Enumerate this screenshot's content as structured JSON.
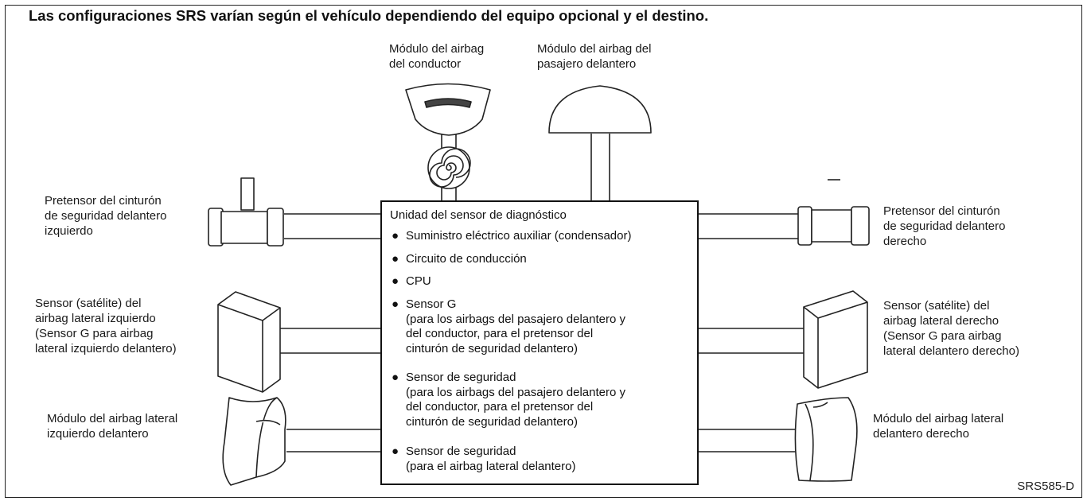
{
  "header": {
    "title": "Las configuraciones SRS varían según el vehículo dependiendo del equipo opcional y el destino."
  },
  "components": {
    "driver_airbag": "Módulo del airbag\ndel conductor",
    "passenger_airbag": "Módulo del airbag del\npasajero delantero",
    "left_pretensioner": "Pretensor del cinturón\nde seguridad delantero\nizquierdo",
    "right_pretensioner": "Pretensor del cinturón\nde seguridad delantero\nderecho",
    "left_satellite_sensor": "Sensor (satélite) del\nairbag lateral izquierdo\n(Sensor G para airbag\nlateral izquierdo delantero)",
    "right_satellite_sensor": "Sensor (satélite) del\nairbag lateral derecho\n(Sensor G para airbag\nlateral delantero derecho)",
    "left_side_airbag": "Módulo del airbag lateral\nizquierdo delantero",
    "right_side_airbag": "Módulo del airbag lateral\ndelantero derecho"
  },
  "unit": {
    "title": "Unidad del sensor de diagnóstico",
    "bullet": "●",
    "features": [
      {
        "label": "Suministro eléctrico auxiliar (condensador)",
        "detail": ""
      },
      {
        "label": "Circuito de conducción",
        "detail": ""
      },
      {
        "label": "CPU",
        "detail": ""
      },
      {
        "label": "Sensor G",
        "detail": "(para los airbags del pasajero delantero y\ndel conductor, para el pretensor del\ncinturón de seguridad delantero)"
      },
      {
        "label": "Sensor de seguridad",
        "detail": "(para los airbags del pasajero delantero y\ndel conductor, para el pretensor del\ncinturón de seguridad delantero)"
      },
      {
        "label": "Sensor de seguridad",
        "detail": "(para el airbag lateral delantero)"
      }
    ]
  },
  "footer": {
    "code": "SRS585-D"
  }
}
